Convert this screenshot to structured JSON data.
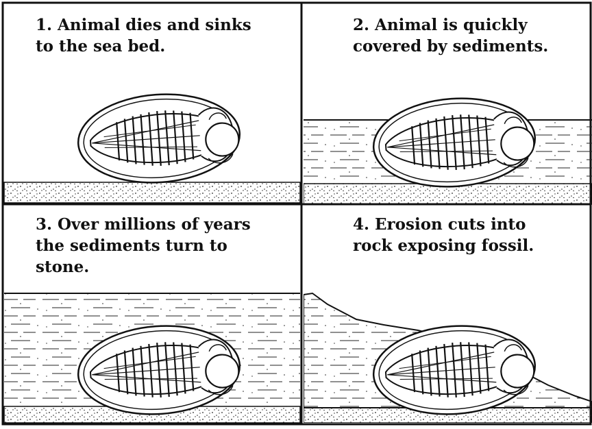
{
  "panels": [
    {
      "caption_lines": [
        "1. Animal dies and sinks",
        "to the sea bed."
      ]
    },
    {
      "caption_lines": [
        "2. Animal is quickly",
        "covered by sediments."
      ]
    },
    {
      "caption_lines": [
        "3. Over millions of years",
        "the sediments turn to",
        "stone."
      ]
    },
    {
      "caption_lines": [
        "4. Erosion cuts into",
        "rock exposing fossil."
      ]
    }
  ],
  "colors": {
    "ink": "#111111",
    "paper": "#ffffff"
  },
  "icons": [
    "trilobite-fossil-icon",
    "sediment-layer",
    "sand-seabed",
    "rock-layer"
  ]
}
